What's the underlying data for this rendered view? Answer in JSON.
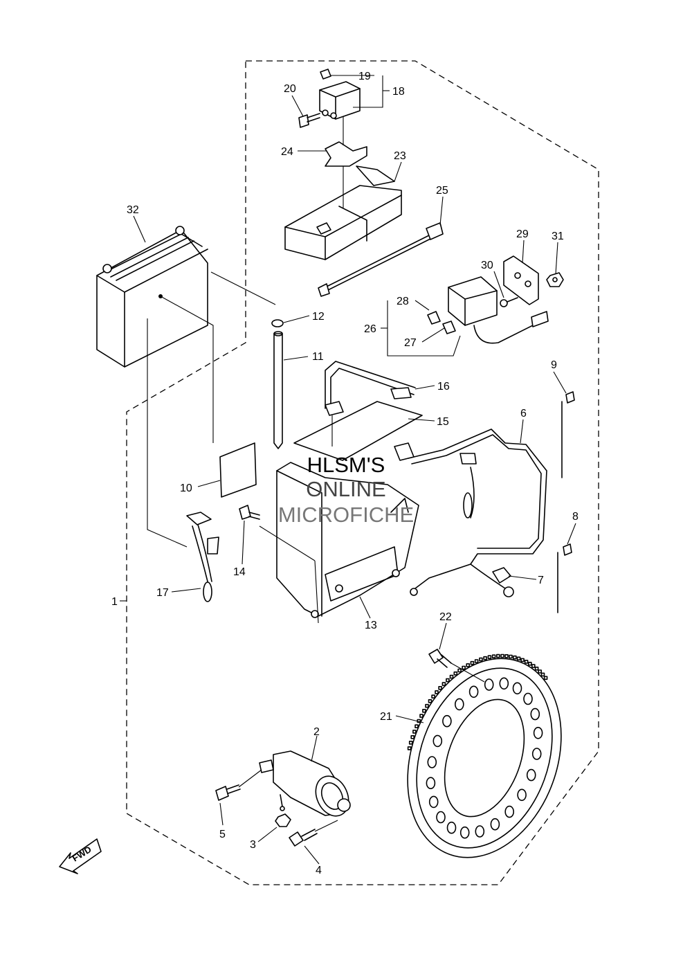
{
  "watermark": {
    "line1": "HLSM'S",
    "line2": "ONLINE",
    "line3": "MICROFICHE",
    "line1_color": "#000000",
    "line2_color": "#444444",
    "line3_color": "#777777"
  },
  "direction_badge": "FWD",
  "callouts": [
    "1",
    "2",
    "3",
    "4",
    "5",
    "6",
    "7",
    "8",
    "9",
    "10",
    "11",
    "12",
    "13",
    "14",
    "15",
    "16",
    "17",
    "18",
    "19",
    "20",
    "21",
    "22",
    "23",
    "24",
    "25",
    "26",
    "27",
    "28",
    "29",
    "30",
    "31",
    "32"
  ]
}
